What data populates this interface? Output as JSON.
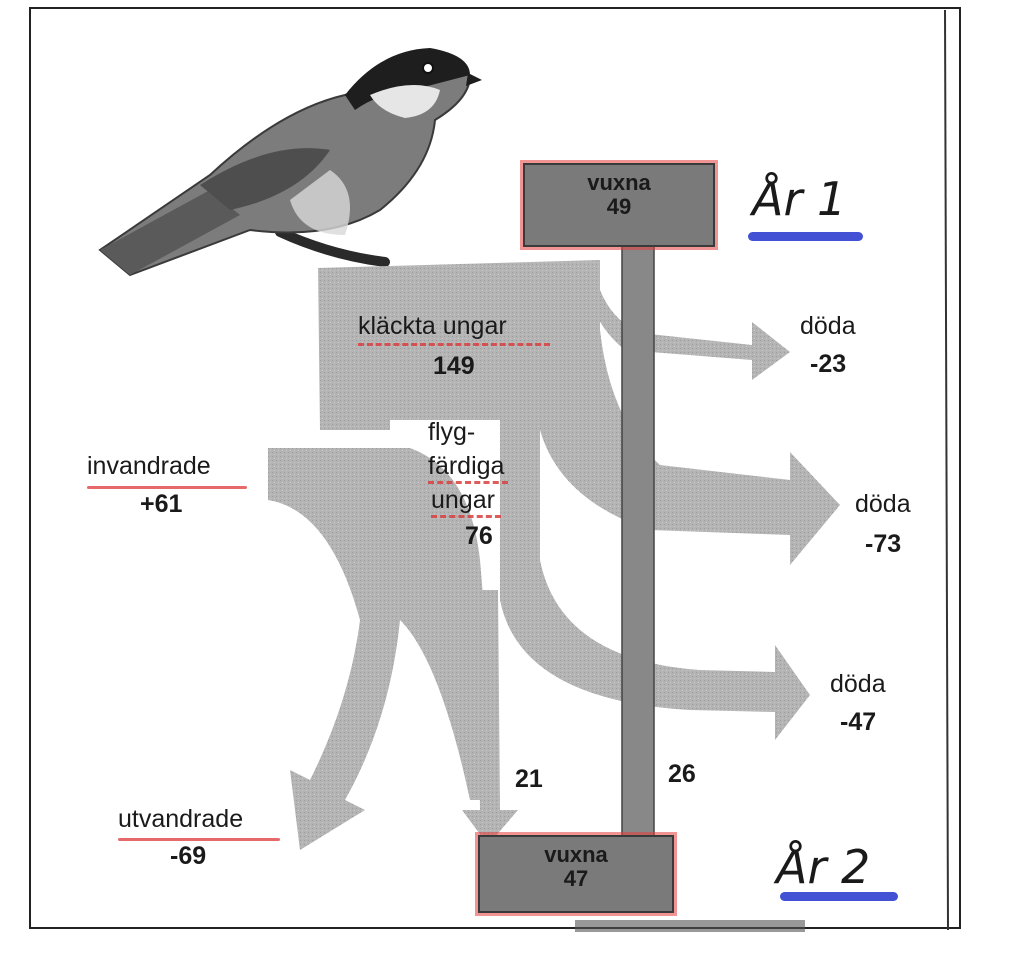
{
  "diagram": {
    "top_box": {
      "label": "vuxna",
      "value": "49"
    },
    "bottom_box": {
      "label": "vuxna",
      "value": "47"
    },
    "year_top": "År 1",
    "year_bottom": "År 2",
    "hatched": {
      "label": "kläckta ungar",
      "value": "149"
    },
    "fledged": {
      "line1": "flyg-",
      "line2": "färdiga",
      "line3": "ungar",
      "value": "76"
    },
    "immigrated": {
      "label": "invandrade",
      "value": "+61"
    },
    "emigrated": {
      "label": "utvandrade",
      "value": "-69"
    },
    "dead_adults": {
      "label": "döda",
      "value": "-23"
    },
    "dead_chicks": {
      "label": "döda",
      "value": "-73"
    },
    "dead_fledged": {
      "label": "döda",
      "value": "-47"
    },
    "flow_fledged_to_adults": "21",
    "flow_adults_survive": "26"
  }
}
